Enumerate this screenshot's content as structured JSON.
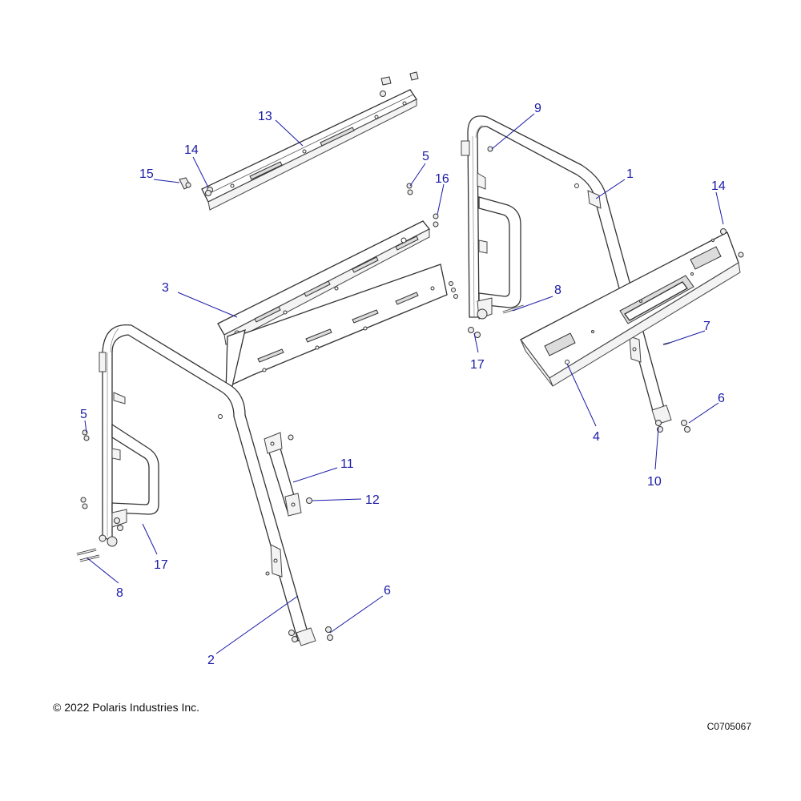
{
  "callouts": [
    {
      "id": "c1",
      "label": "1"
    },
    {
      "id": "c2",
      "label": "2"
    },
    {
      "id": "c3",
      "label": "3"
    },
    {
      "id": "c4",
      "label": "4"
    },
    {
      "id": "c5a",
      "label": "5"
    },
    {
      "id": "c5b",
      "label": "5"
    },
    {
      "id": "c6a",
      "label": "6"
    },
    {
      "id": "c6b",
      "label": "6"
    },
    {
      "id": "c7",
      "label": "7"
    },
    {
      "id": "c8a",
      "label": "8"
    },
    {
      "id": "c8b",
      "label": "8"
    },
    {
      "id": "c9",
      "label": "9"
    },
    {
      "id": "c10",
      "label": "10"
    },
    {
      "id": "c11",
      "label": "11"
    },
    {
      "id": "c12",
      "label": "12"
    },
    {
      "id": "c13",
      "label": "13"
    },
    {
      "id": "c14a",
      "label": "14"
    },
    {
      "id": "c14b",
      "label": "14"
    },
    {
      "id": "c15",
      "label": "15"
    },
    {
      "id": "c16",
      "label": "16"
    },
    {
      "id": "c17a",
      "label": "17"
    },
    {
      "id": "c17b",
      "label": "17"
    }
  ],
  "footer": {
    "copyright": "© 2022 Polaris Industries Inc.",
    "figure_code": "C0705067"
  },
  "colors": {
    "callout": "#1a1aa8",
    "line_art": "#333333"
  }
}
